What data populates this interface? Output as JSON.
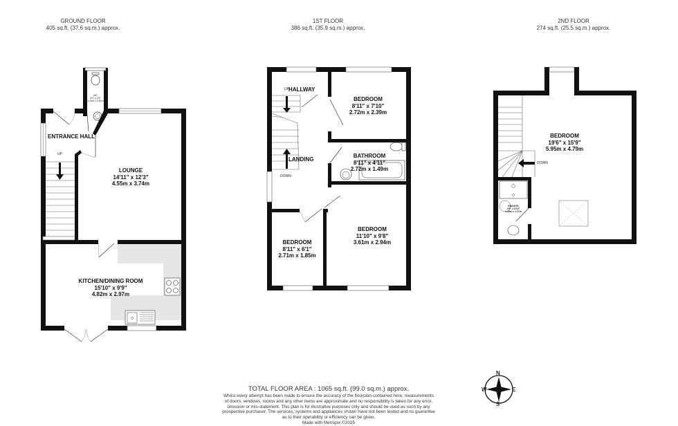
{
  "floors": [
    {
      "title": "GROUND FLOOR",
      "area": "405 sq.ft. (37.6 sq.m.) approx.",
      "rooms": [
        {
          "name": "ENTRANCE HALL",
          "imperial": "",
          "metric": ""
        },
        {
          "name": "LOUNGE",
          "imperial": "14'11\"  x 12'3\"",
          "metric": "4.55m  x 3.74m"
        },
        {
          "name": "KITCHEN/DINING ROOM",
          "imperial": "15'10\"  x 9'9\"",
          "metric": "4.82m  x 2.97m"
        },
        {
          "name": "WC",
          "imperial": "6'4\"  x 2'8\"",
          "metric": "1.94m  x 0.81m"
        }
      ],
      "stair_label": "UP"
    },
    {
      "title": "1ST FLOOR",
      "area": "386 sq.ft. (35.9 sq.m.) approx.",
      "rooms": [
        {
          "name": "HALLWAY",
          "imperial": "",
          "metric": ""
        },
        {
          "name": "BEDROOM",
          "imperial": "8'11\"  x 7'10\"",
          "metric": "2.72m  x 2.39m"
        },
        {
          "name": "BATHROOM",
          "imperial": "8'11\"  x 4'11\"",
          "metric": "2.72m  x 1.49m"
        },
        {
          "name": "LANDING",
          "imperial": "",
          "metric": ""
        },
        {
          "name": "BEDROOM",
          "imperial": "8'11\"  x 6'1\"",
          "metric": "2.71m  x 1.85m"
        },
        {
          "name": "BEDROOM",
          "imperial": "11'10\"  x 9'8\"",
          "metric": "3.61m  x 2.94m"
        }
      ],
      "stair_labels": {
        "up": "UP",
        "down": "DOWN"
      }
    },
    {
      "title": "2ND FLOOR",
      "area": "274 sq.ft. (25.5 sq.m.) approx.",
      "rooms": [
        {
          "name": "BEDROOM",
          "imperial": "19'6\"  x 15'9\"",
          "metric": "5.95m  x 4.79m"
        },
        {
          "name": "ENSUITE",
          "imperial": "4'9\"  x 3'10\"",
          "metric": "1.45m  x 1.17m"
        }
      ],
      "stair_label": "DOWN"
    }
  ],
  "footer": {
    "total": "TOTAL FLOOR AREA : 1065 sq.ft. (99.0 sq.m.) approx.",
    "disclaimer_lines": [
      "Whilst every attempt has been made to ensure the accuracy of the floorplan contained here, measurements",
      "of doors, windows, rooms and any other items are approximate and no responsibility is taken for any error,",
      "omission or mis-statement. This plan is for illustrative purposes only and should be used as such by any",
      "prospective purchaser. The services, systems and appliances shown have not been tested and no guarantee",
      "as to their operability or efficiency can be given."
    ],
    "credit": "Made with Metropix ©2025"
  },
  "compass": {
    "n": "N",
    "e": "E",
    "s": "S",
    "w": "W"
  },
  "colors": {
    "wall": "#111111",
    "worktop": "#e6e6e6",
    "line": "#333333"
  }
}
